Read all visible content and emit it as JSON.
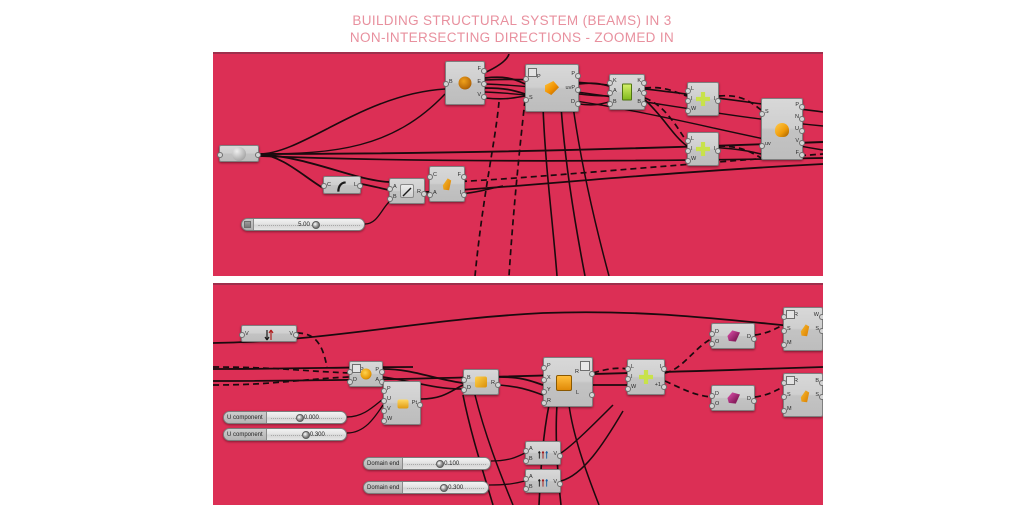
{
  "title": "BUILDING STRUCTURAL SYSTEM (BEAMS) IN 3\nNON-INTERSECTING DIRECTIONS - ZOOMED IN",
  "theme": {
    "page_background": "#ffffff",
    "canvas_background": "#dc2f55",
    "title_color": "#e8909e",
    "wire_color": "#1b0a0e",
    "node_fill": "#cfcfcf",
    "node_border": "#7f7f7f"
  },
  "canvases": [
    {
      "name": "top-canvas",
      "label": "Grasshopper canvas - upper definition"
    },
    {
      "name": "bottom-canvas",
      "label": "Grasshopper canvas - lower definition"
    }
  ],
  "top_canvas": {
    "nodes": [
      {
        "id": "pipe-param",
        "icon": "pipe-icon",
        "inputs": [],
        "outputs": [
          ""
        ]
      },
      {
        "id": "deconstruct-brep",
        "icon": "brep-icon",
        "inputs": [
          "B"
        ],
        "outputs": [
          "F",
          "E",
          "V"
        ]
      },
      {
        "id": "surface-closest-point",
        "icon": "surface-closest-point-icon",
        "inputs": [
          "P",
          "S"
        ],
        "outputs": [
          "P",
          "uvP",
          "D"
        ]
      },
      {
        "id": "sift-pattern",
        "icon": "sift-icon",
        "inputs": [
          "K",
          "A",
          "B"
        ],
        "outputs": [
          "K",
          "A",
          "B"
        ]
      },
      {
        "id": "series-upper",
        "icon": "series-icon",
        "inputs": [
          "L",
          "I",
          "W"
        ],
        "outputs": [
          "I"
        ]
      },
      {
        "id": "series-lower",
        "icon": "series-icon",
        "inputs": [
          "L",
          "I",
          "W"
        ],
        "outputs": [
          "I"
        ]
      },
      {
        "id": "evaluate-surface",
        "icon": "evaluate-surface-icon",
        "inputs": [
          "S",
          "uv"
        ],
        "outputs": [
          "P",
          "N",
          "U",
          "V",
          "F"
        ]
      },
      {
        "id": "curve-length",
        "icon": "curve-icon",
        "inputs": [
          "C"
        ],
        "outputs": [
          "L"
        ]
      },
      {
        "id": "division",
        "icon": "division-icon",
        "inputs": [
          "A",
          "B"
        ],
        "outputs": [
          "R"
        ]
      },
      {
        "id": "loft-node",
        "icon": "loft-icon",
        "inputs": [
          "C",
          "A"
        ],
        "outputs": [
          "F",
          "I"
        ]
      }
    ],
    "sliders": [
      {
        "id": "number-slider-5",
        "label": "",
        "value": "5.00",
        "has_grip": true
      }
    ]
  },
  "bottom_canvas": {
    "nodes": [
      {
        "id": "flip-vector",
        "icon": "flip-icon",
        "inputs": [
          "V"
        ],
        "outputs": [
          "V"
        ]
      },
      {
        "id": "move-points",
        "icon": "move-icon",
        "inputs": [
          "P",
          "D"
        ],
        "outputs": [
          "P",
          "A"
        ]
      },
      {
        "id": "construct-point",
        "icon": "construct-point-icon",
        "inputs": [
          "P",
          "U",
          "V",
          "W"
        ],
        "outputs": [
          "Pt"
        ]
      },
      {
        "id": "bounding-box",
        "icon": "bounding-box-icon",
        "inputs": [
          "B",
          "D"
        ],
        "outputs": [
          "R"
        ]
      },
      {
        "id": "rectangle",
        "icon": "rectangle-icon",
        "inputs": [
          "P",
          "X",
          "Y",
          "R"
        ],
        "outputs": [
          "R",
          "L"
        ]
      },
      {
        "id": "series-lower-right",
        "icon": "series-icon",
        "inputs": [
          "L",
          "I",
          "W"
        ],
        "outputs": [
          "I",
          "+1"
        ]
      },
      {
        "id": "divide-domain-top",
        "icon": "divide-domain-icon",
        "inputs": [
          "D",
          "O"
        ],
        "outputs": [
          "D"
        ]
      },
      {
        "id": "extrude-top",
        "icon": "extrude-icon",
        "inputs": [
          "R",
          "S",
          "M"
        ],
        "outputs": [
          "W",
          "S"
        ]
      },
      {
        "id": "divide-domain-bottom",
        "icon": "divide-domain-icon",
        "inputs": [
          "D",
          "O"
        ],
        "outputs": [
          "D"
        ]
      },
      {
        "id": "extrude-bottom",
        "icon": "extrude-icon",
        "inputs": [
          "R",
          "S",
          "M"
        ],
        "outputs": [
          "B",
          "S"
        ]
      },
      {
        "id": "vector-xyz-a",
        "icon": "vector-icon",
        "inputs": [
          "A",
          "B"
        ],
        "outputs": [
          "V"
        ]
      },
      {
        "id": "vector-xyz-b",
        "icon": "vector-icon",
        "inputs": [
          "A",
          "B"
        ],
        "outputs": [
          "V"
        ]
      }
    ],
    "sliders": [
      {
        "id": "u-component-0",
        "label": "U component",
        "value": "0.000",
        "has_grip": false
      },
      {
        "id": "u-component-300",
        "label": "U component",
        "value": "0.300",
        "has_grip": false
      },
      {
        "id": "domain-end-100",
        "label": "Domain end",
        "value": "0.100",
        "has_grip": false
      },
      {
        "id": "domain-end-300",
        "label": "Domain end",
        "value": "0.300",
        "has_grip": false
      }
    ]
  }
}
